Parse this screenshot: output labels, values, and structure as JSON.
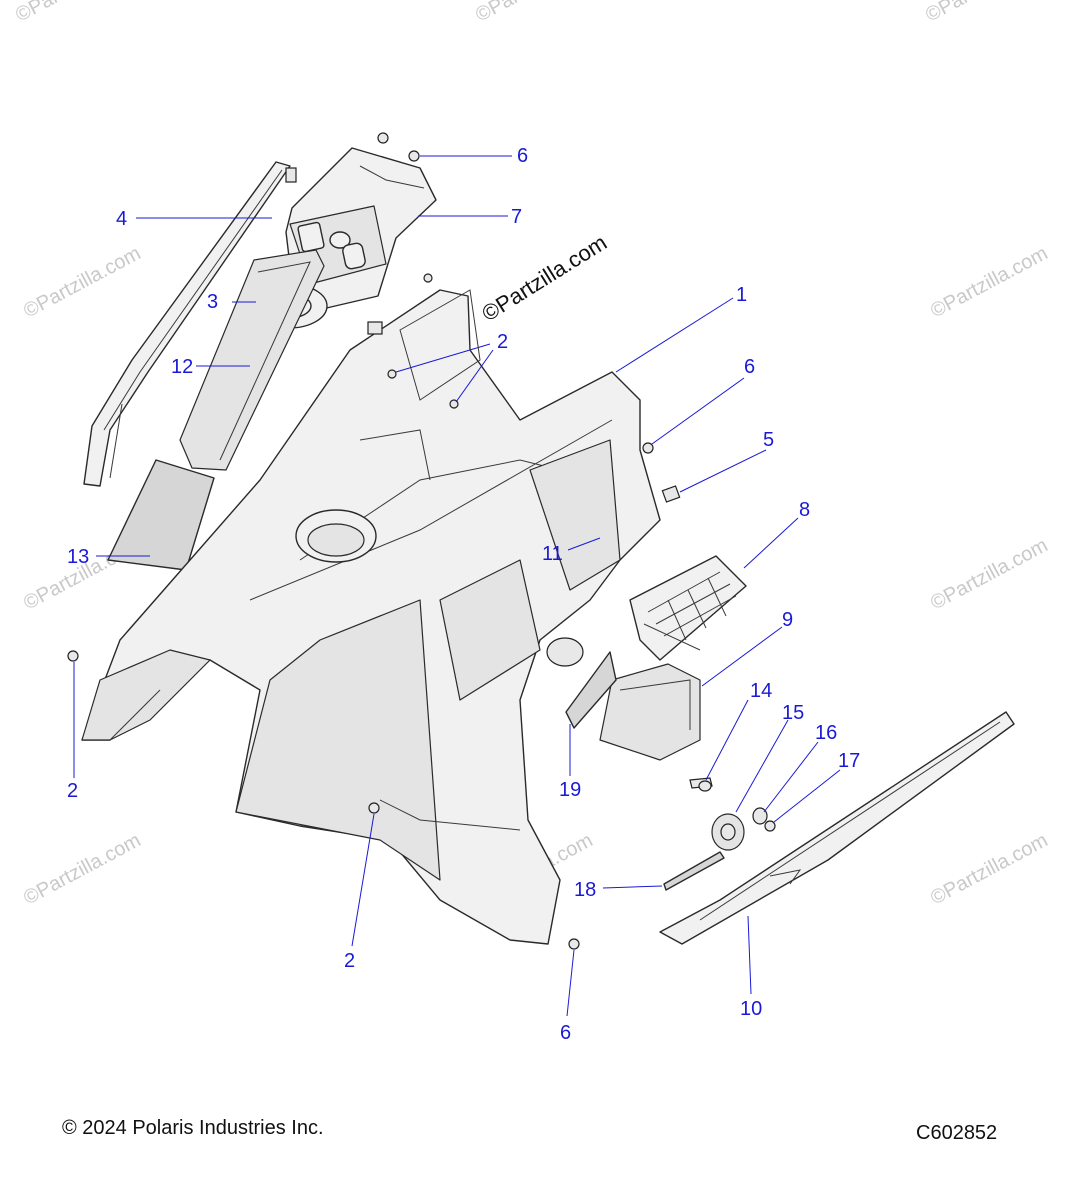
{
  "watermarks": {
    "main": "©Partzilla.com",
    "repeat": "©Partzilla.com"
  },
  "callouts": [
    "1",
    "2",
    "2",
    "2",
    "2",
    "3",
    "4",
    "5",
    "6",
    "6",
    "6",
    "7",
    "8",
    "9",
    "10",
    "11",
    "12",
    "13",
    "14",
    "15",
    "16",
    "17",
    "18",
    "19"
  ],
  "footer": {
    "copyright": "© 2024 Polaris Industries Inc.",
    "diagram_id": "C602852"
  },
  "colors": {
    "callout": "#1a1ad6",
    "watermark": "#c9c9c9",
    "linework": "#2a2a2a"
  }
}
